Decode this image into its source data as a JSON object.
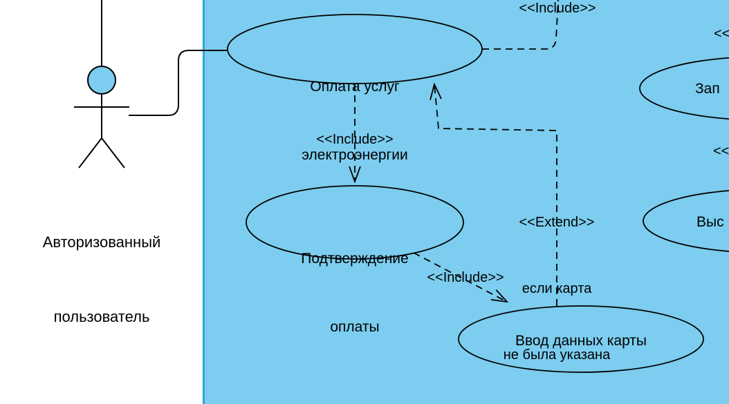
{
  "diagram_type": "uml-use-case",
  "actor": {
    "name_line1": "Авторизованный",
    "name_line2": "пользователь"
  },
  "usecases": {
    "pay": {
      "line1": "Оплата услуг",
      "line2": "электроэнергии"
    },
    "confirm": {
      "line1": "Подтверждение",
      "line2": "оплаты"
    },
    "card": {
      "label": "Ввод данных карты"
    },
    "right_top": {
      "visible_label": "Зап"
    },
    "right_bottom": {
      "visible_label": "Выс"
    }
  },
  "stereotypes": {
    "include_top": "<<Include>>",
    "include_pay_confirm": "<<Include>>",
    "include_confirm_card": "<<Include>>",
    "extend_line1": "<<Extend>>",
    "extend_line2": "если карта",
    "extend_line3": "не была указана",
    "clipped_top_right": "<<",
    "clipped_mid_right": "<<"
  },
  "colors": {
    "system_fill": "#7CCDEF",
    "system_border": "#2EA6DA",
    "stroke": "#000000",
    "background": "#FFFFFF"
  }
}
